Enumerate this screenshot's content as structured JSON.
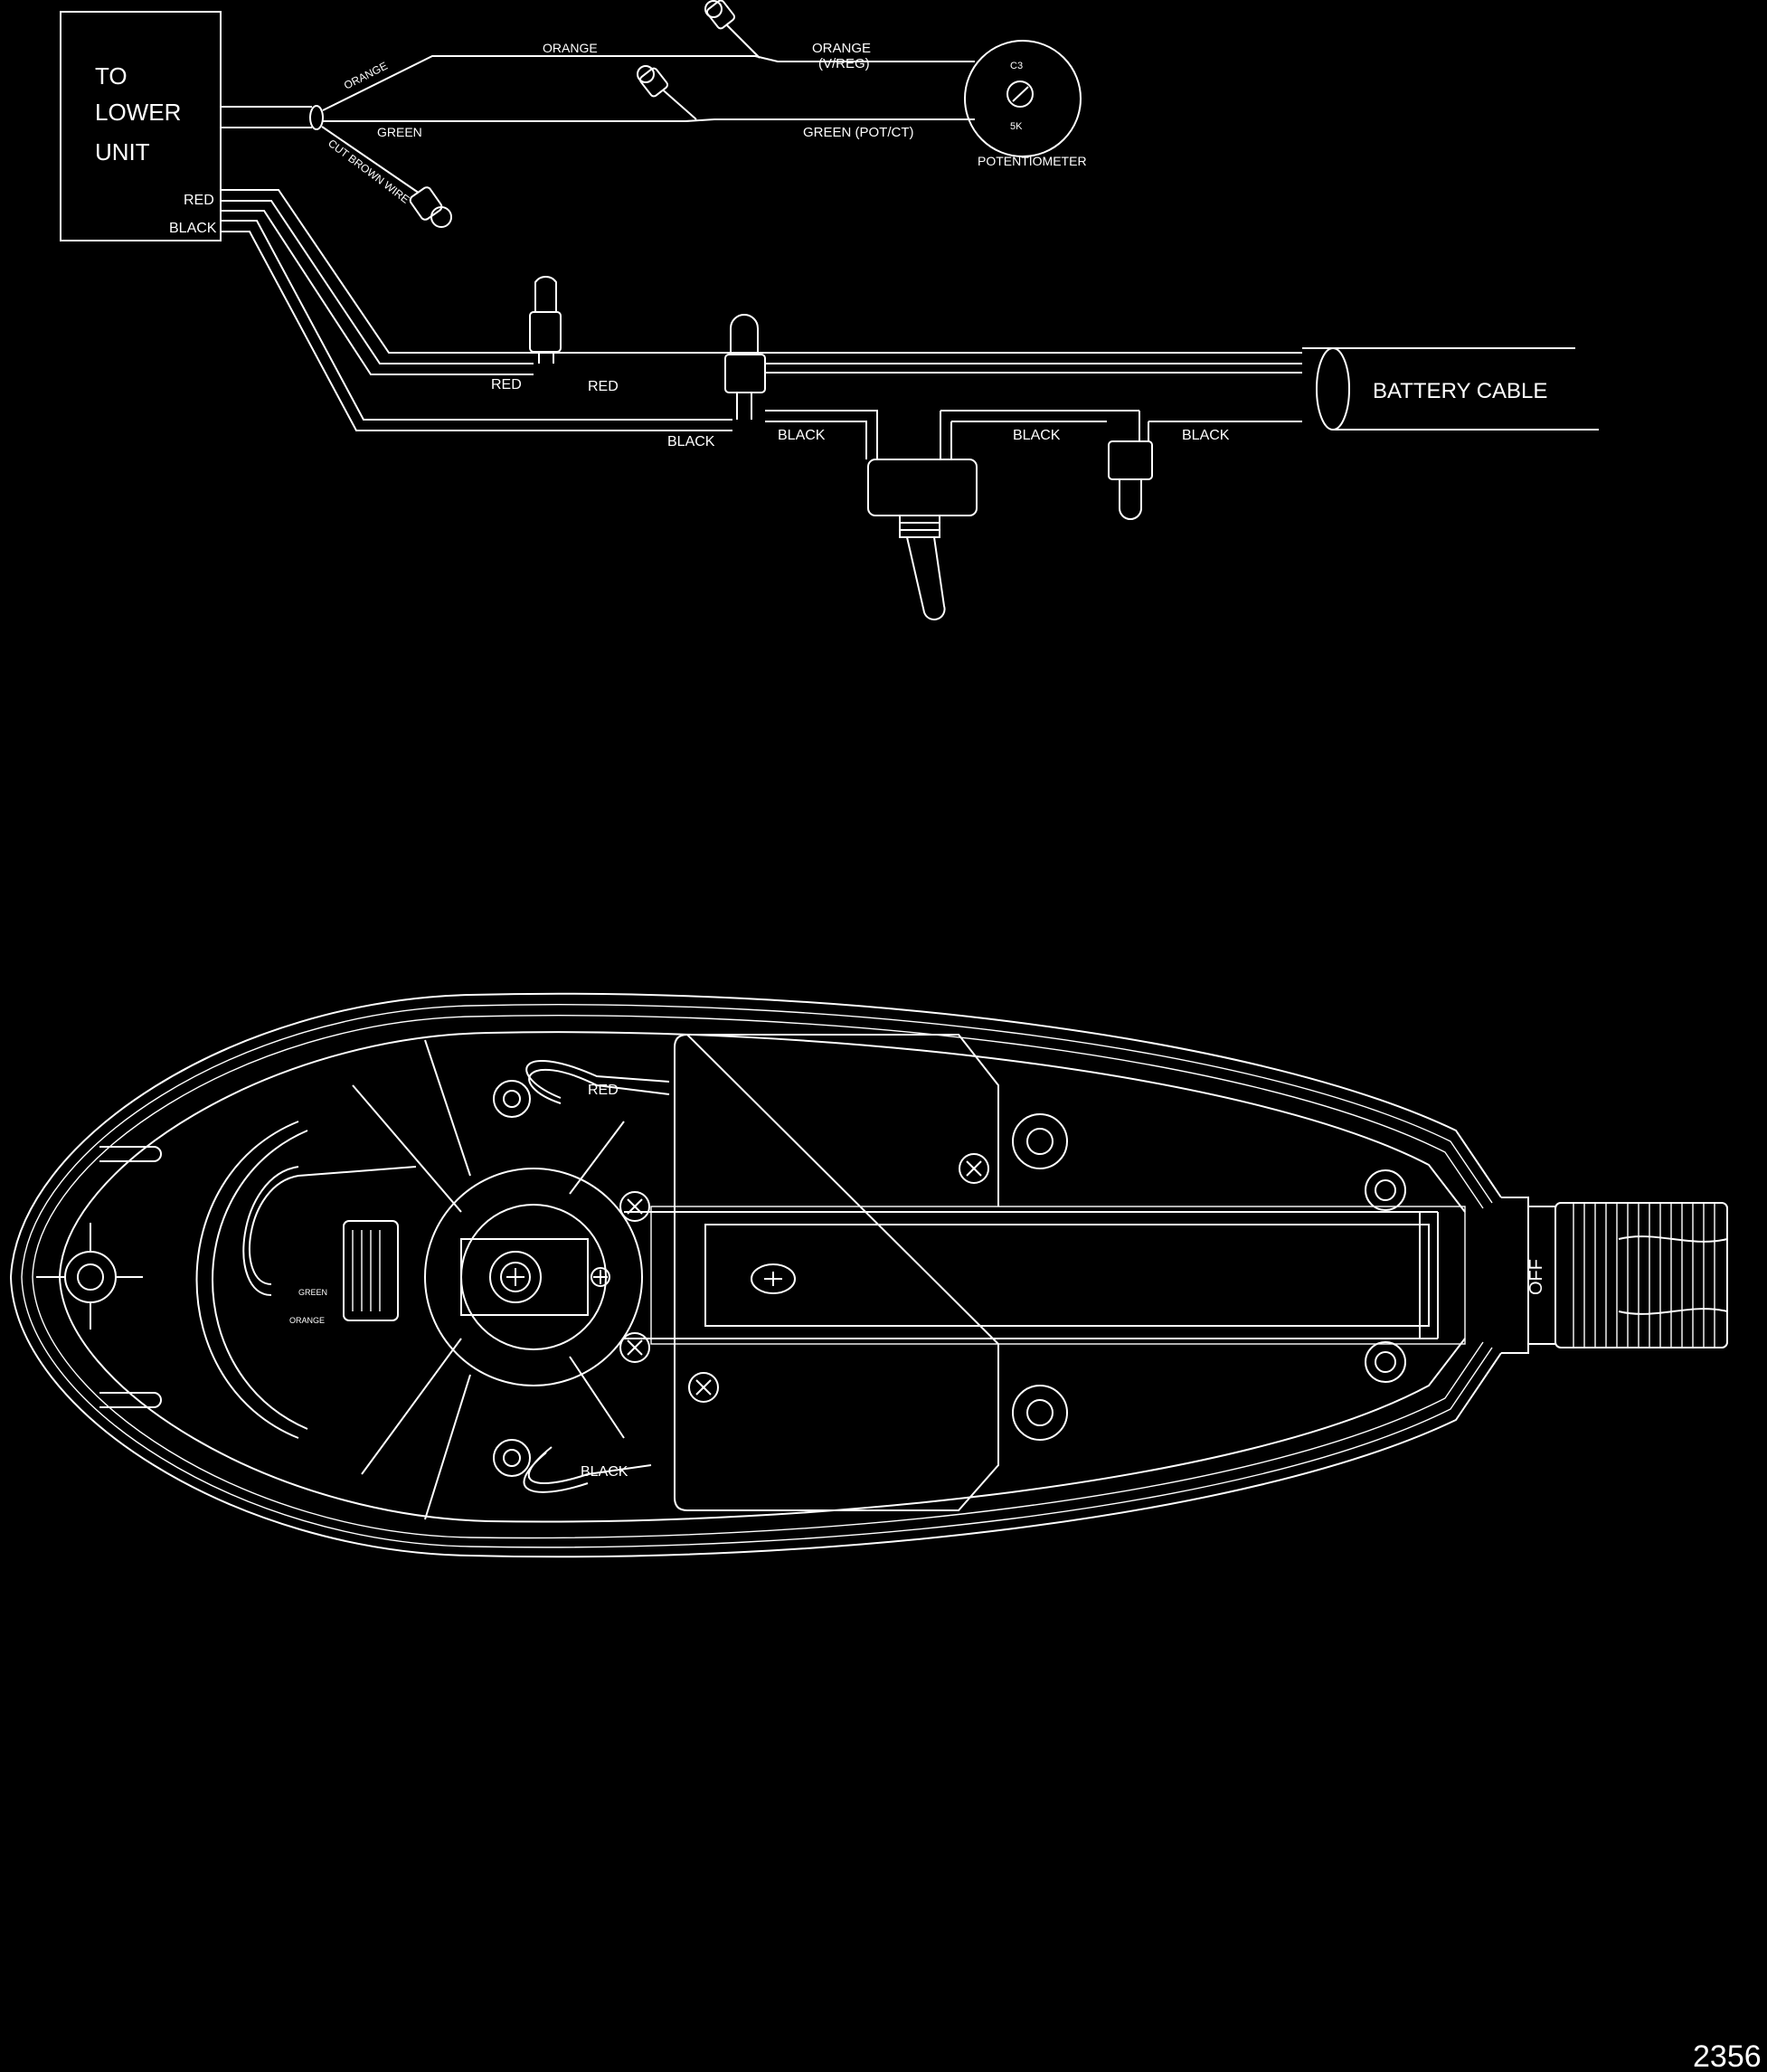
{
  "wiring": {
    "lower_unit": {
      "line1": "TO",
      "line2": "LOWER",
      "line3": "UNIT"
    },
    "wires": {
      "red": "RED",
      "black": "BLACK",
      "orange": "ORANGE",
      "green": "GREEN",
      "cut_brown": "CUT BROWN WIRE",
      "orange_vreg_1": "ORANGE",
      "orange_vreg_2": "(V/REG)",
      "green_potct": "GREEN (POT/CT)",
      "red_left": "RED",
      "red_right": "RED",
      "black_1": "BLACK",
      "black_2": "BLACK",
      "black_3": "BLACK",
      "black_4": "BLACK"
    },
    "potentiometer": {
      "label": "POTENTIOMETER",
      "c3": "C3",
      "5k": "5K"
    },
    "battery_cable": "BATTERY CABLE"
  },
  "head": {
    "red": "RED",
    "black": "BLACK",
    "green": "GREEN",
    "orange": "ORANGE",
    "off": "OFF"
  },
  "figure_number": "2356",
  "colors": {
    "background": "#000000",
    "line": "#ffffff"
  }
}
